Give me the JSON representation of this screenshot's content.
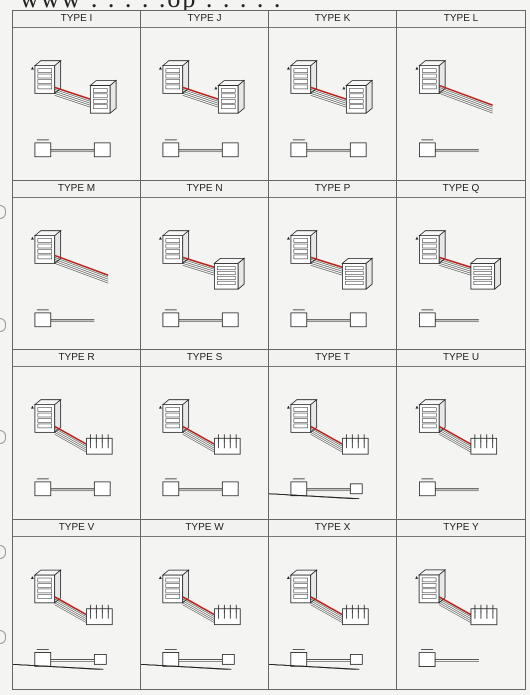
{
  "page": {
    "header_fragment": "www . . . . .op . . . . ."
  },
  "types": [
    {
      "label": "TYPE I"
    },
    {
      "label": "TYPE J"
    },
    {
      "label": "TYPE K"
    },
    {
      "label": "TYPE L"
    },
    {
      "label": "TYPE M"
    },
    {
      "label": "TYPE N"
    },
    {
      "label": "TYPE P"
    },
    {
      "label": "TYPE Q"
    },
    {
      "label": "TYPE R"
    },
    {
      "label": "TYPE S"
    },
    {
      "label": "TYPE T"
    },
    {
      "label": "TYPE U"
    },
    {
      "label": "TYPE V"
    },
    {
      "label": "TYPE W"
    },
    {
      "label": "TYPE X"
    },
    {
      "label": "TYPE Y"
    }
  ],
  "colors": {
    "cable_stripe": "#b5231c",
    "line": "#222222",
    "panel": "#f2f2f0"
  }
}
